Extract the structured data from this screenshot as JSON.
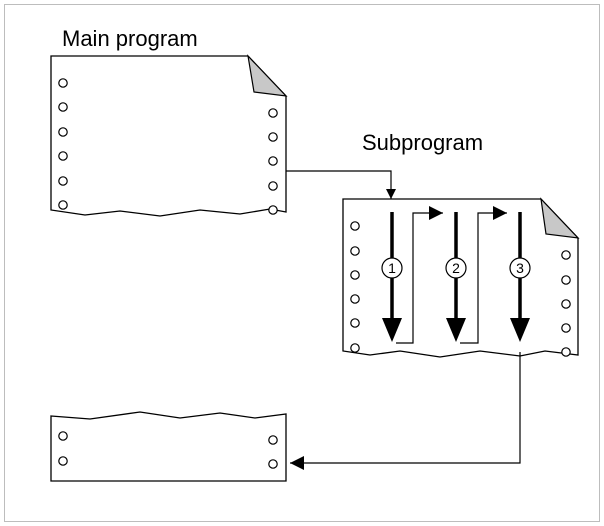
{
  "diagram": {
    "main_program_label": "Main program",
    "subprogram_label": "Subprogram",
    "steps": [
      "1",
      "2",
      "3"
    ]
  },
  "colors": {
    "line": "#000000",
    "paper": "#ffffff",
    "fold": "#c8c8c8",
    "frame": "#bdbdbd"
  }
}
